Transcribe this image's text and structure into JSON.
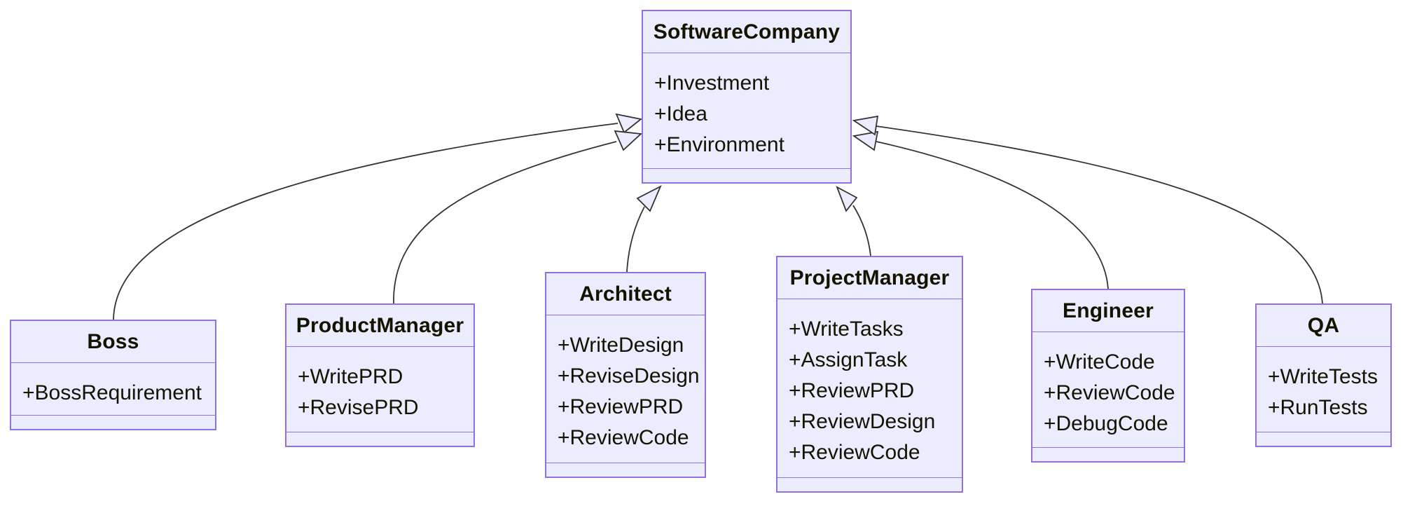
{
  "palette": {
    "node_fill": "#ECECFF",
    "node_border": "#9370DB",
    "edge_color": "#333333",
    "text_color": "#131300",
    "background": "#FFFFFF"
  },
  "classes": [
    {
      "id": "softwarecompany",
      "name": "SoftwareCompany",
      "members": [
        "+Investment",
        "+Idea",
        "+Environment"
      ]
    },
    {
      "id": "boss",
      "name": "Boss",
      "members": [
        "+BossRequirement"
      ]
    },
    {
      "id": "productmanager",
      "name": "ProductManager",
      "members": [
        "+WritePRD",
        "+RevisePRD"
      ]
    },
    {
      "id": "architect",
      "name": "Architect",
      "members": [
        "+WriteDesign",
        "+ReviseDesign",
        "+ReviewPRD",
        "+ReviewCode"
      ]
    },
    {
      "id": "projectmanager",
      "name": "ProjectManager",
      "members": [
        "+WriteTasks",
        "+AssignTask",
        "+ReviewPRD",
        "+ReviewDesign",
        "+ReviewCode"
      ]
    },
    {
      "id": "engineer",
      "name": "Engineer",
      "members": [
        "+WriteCode",
        "+ReviewCode",
        "+DebugCode"
      ]
    },
    {
      "id": "qa",
      "name": "QA",
      "members": [
        "+WriteTests",
        "+RunTests"
      ]
    }
  ],
  "relations": [
    {
      "from": "Boss",
      "to": "SoftwareCompany",
      "type": "inheritance"
    },
    {
      "from": "ProductManager",
      "to": "SoftwareCompany",
      "type": "inheritance"
    },
    {
      "from": "Architect",
      "to": "SoftwareCompany",
      "type": "inheritance"
    },
    {
      "from": "ProjectManager",
      "to": "SoftwareCompany",
      "type": "inheritance"
    },
    {
      "from": "Engineer",
      "to": "SoftwareCompany",
      "type": "inheritance"
    },
    {
      "from": "QA",
      "to": "SoftwareCompany",
      "type": "inheritance"
    }
  ]
}
